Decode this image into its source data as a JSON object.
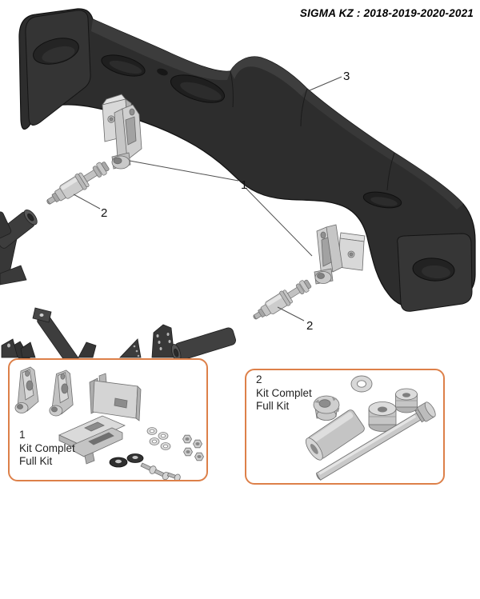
{
  "header": {
    "title": "SIGMA KZ : 2018-2019-2020-2021"
  },
  "diagram": {
    "callout_bumper": "3",
    "callout_brackets": "1",
    "callout_bolt_left": "2",
    "callout_bolt_right": "2"
  },
  "kit_left": {
    "number": "1",
    "name_fr": "Kit Complet",
    "name_en": "Full Kit"
  },
  "kit_right": {
    "number": "2",
    "name_fr": "Kit Complet",
    "name_en": "Full Kit"
  },
  "colors": {
    "kit_box_border": "#dd8049",
    "bumper_fill": "#2e2e2e",
    "metal_fill": "#c8c8c8",
    "label_text": "#111111",
    "background": "#ffffff"
  }
}
